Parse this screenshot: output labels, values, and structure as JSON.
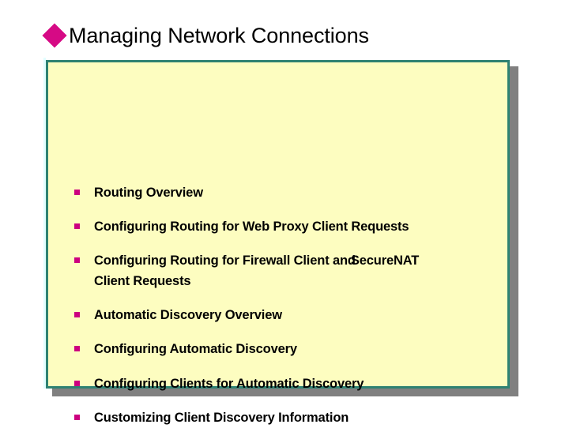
{
  "slide": {
    "background_color": "#ffffff",
    "panel_background_color": "#fdfdc0",
    "panel_border_color": "#2e8272",
    "panel_shadow_color": "#808080",
    "accent_color": "#cc0080",
    "title_bullet_color": "#d60a85",
    "text_color": "#000000"
  },
  "title": {
    "bullet_icon": "diamond-bullet-icon",
    "text": "Managing Network Connections"
  },
  "body": {
    "bullet_icon": "square-bullet-icon",
    "items": [
      {
        "text": "Routing Overview"
      },
      {
        "text": "Configuring Routing for Web Proxy Client Requests"
      },
      {
        "text_part_a": "Configuring Routing for Firewall Client and",
        "text_part_b": "SecureNAT",
        "text_part_c": "Client Requests"
      },
      {
        "text": "Automatic Discovery Overview"
      },
      {
        "text": "Configuring Automatic Discovery"
      },
      {
        "text": "Configuring Clients for Automatic Discovery"
      },
      {
        "text": "Customizing Client Discovery Information"
      }
    ]
  }
}
